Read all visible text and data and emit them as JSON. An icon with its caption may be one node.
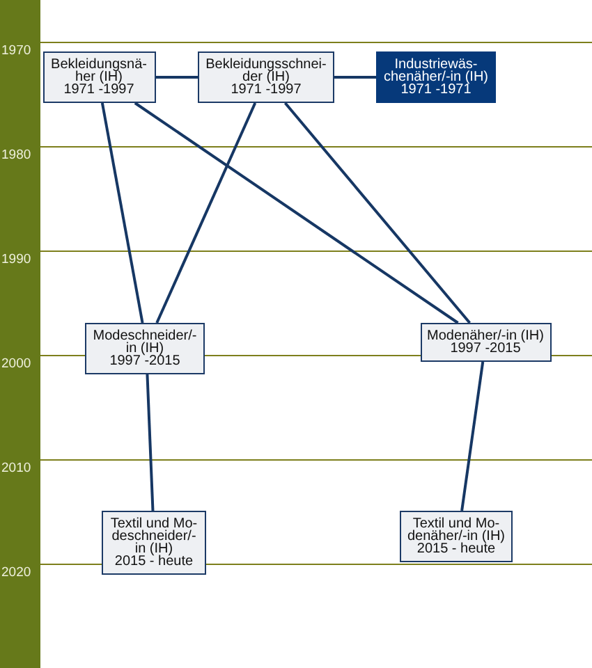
{
  "diagram": {
    "nodes": [
      {
        "text": [
          "Bekleidungsnä- her (IH)",
          "1971 -1997"
        ]
      },
      {
        "text": [
          "Bekleidungsschnei- der (IH)",
          "1971 -1997"
        ]
      },
      {
        "text": [
          "Industriewäs- chenäher/-in (IH)",
          "1971 -1971"
        ]
      },
      {
        "text": [
          "Modeschneider/- in (IH)",
          "1997 -2015"
        ]
      },
      {
        "text": [
          "Modenäher/-in (IH)",
          "1997 -2015"
        ]
      },
      {
        "text": [
          "Textil und Mo- deschneider/- in (IH)",
          "2015 - heute"
        ]
      },
      {
        "text": [
          "Textil und Mo- denäher/-in (IH)",
          "2015 - heute"
        ]
      }
    ],
    "edges": [
      {
        "from": 0,
        "to": 1,
        "arrow": "none"
      },
      {
        "from": 1,
        "to": 2,
        "arrow": "none"
      },
      {
        "from": 0,
        "to": 3,
        "arrow": "none"
      },
      {
        "from": 0,
        "to": 4,
        "arrow": "none"
      },
      {
        "from": 1,
        "to": 3,
        "arrow": "none"
      },
      {
        "from": 1,
        "to": 4,
        "arrow": "none"
      },
      {
        "from": 3,
        "to": 5,
        "arrow": "none"
      },
      {
        "from": 4,
        "to": 6,
        "arrow": "none"
      }
    ],
    "labels": [
      "1970",
      "1980",
      "1990",
      "2000",
      "2010",
      "2020"
    ]
  }
}
